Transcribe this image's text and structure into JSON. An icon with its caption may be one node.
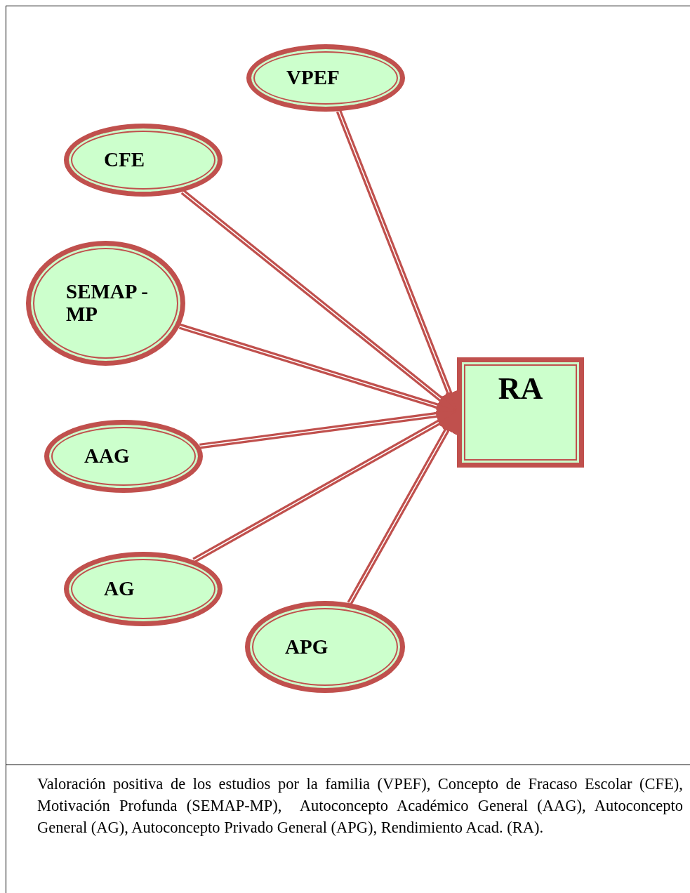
{
  "diagram": {
    "caption": "Valoración positiva de los estudios por la familia (VPEF), Concepto de Fracaso Escolar (CFE), Motivación Profunda (SEMAP-MP),  Autoconcepto Académico General (AAG), Autoconcepto General (AG), Autoconcepto Privado General (APG), Rendimiento Acad. (RA).",
    "nodes": [
      {
        "text": [
          "VPEF"
        ]
      },
      {
        "text": [
          "CFE"
        ]
      },
      {
        "text": [
          "SEMAP -MP"
        ]
      },
      {
        "text": [
          "RA"
        ]
      },
      {
        "text": [
          "AAG"
        ]
      },
      {
        "text": [
          "AG"
        ]
      },
      {
        "text": [
          "APG"
        ]
      }
    ],
    "edges": [
      {
        "from": 0,
        "to": 3,
        "arrow": "to"
      },
      {
        "from": 1,
        "to": 3,
        "arrow": "to"
      },
      {
        "from": 2,
        "to": 3,
        "arrow": "to"
      },
      {
        "from": 4,
        "to": 3,
        "arrow": "to"
      },
      {
        "from": 5,
        "to": 3,
        "arrow": "to"
      },
      {
        "from": 6,
        "to": 3,
        "arrow": "to"
      }
    ]
  }
}
